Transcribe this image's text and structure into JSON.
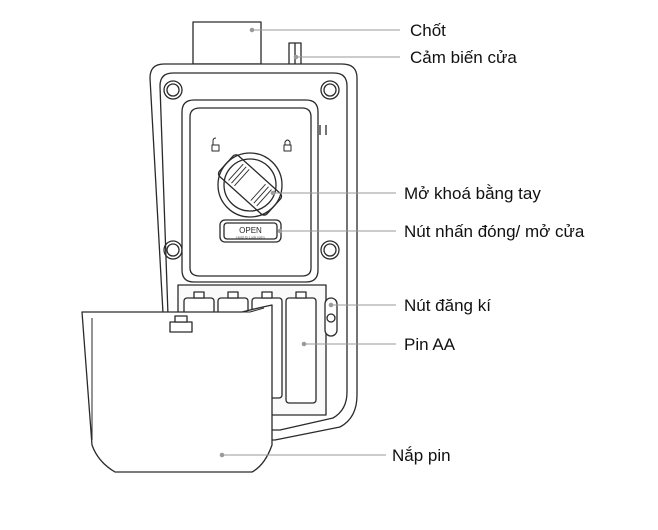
{
  "labels": {
    "chot": "Chốt",
    "cam_bien_cua": "Cảm biến cửa",
    "mo_khoa_bang_tay": "Mở khoá bằng tay",
    "nut_nhan": "Nút nhấn đóng/ mở cửa",
    "nut_dang_ki": "Nút đăng kí",
    "pin_aa": "Pin AA",
    "nap_pin": "Nắp pin"
  },
  "device_text": {
    "open_button": "OPEN",
    "open_button_sub": "Hold to Lock retrn"
  },
  "colors": {
    "line": "#2a2a2a",
    "leader": "#9a9a9a",
    "fill": "#ffffff",
    "shade": "#f2f2f2"
  }
}
